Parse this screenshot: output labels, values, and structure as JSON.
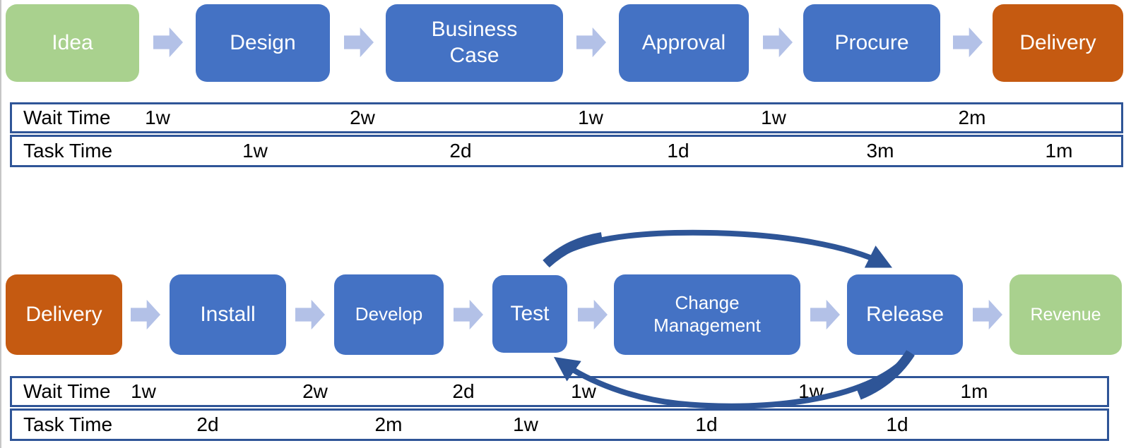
{
  "colors": {
    "process_box": "#4472C4",
    "start_end_green": "#A9D18E",
    "delivery_orange": "#C55A11",
    "flow_arrow": "#B3C1E7",
    "loop_arrow": "#2E5597",
    "table_border": "#2F5597"
  },
  "flow1": {
    "boxes": [
      {
        "label": "Idea"
      },
      {
        "label": "Design"
      },
      {
        "label": "Business Case"
      },
      {
        "label": "Approval"
      },
      {
        "label": "Procure"
      },
      {
        "label": "Delivery"
      }
    ],
    "table": {
      "wait_label": "Wait Time",
      "task_label": "Task Time",
      "wait": [
        "1w",
        "2w",
        "1w",
        "1w",
        "2m"
      ],
      "task": [
        "1w",
        "2d",
        "1d",
        "3m",
        "1m"
      ]
    }
  },
  "flow2": {
    "boxes": [
      {
        "label": "Delivery"
      },
      {
        "label": "Install"
      },
      {
        "label": "Develop"
      },
      {
        "label": "Test"
      },
      {
        "label": "Change Management"
      },
      {
        "label": "Release"
      },
      {
        "label": "Revenue"
      }
    ],
    "loop": {
      "from": "Test",
      "to": "Release"
    },
    "table": {
      "wait_label": "Wait Time",
      "task_label": "Task Time",
      "wait": [
        "1w",
        "2w",
        "2d",
        "1w",
        "1w",
        "1m"
      ],
      "task": [
        "2d",
        "2m",
        "1w",
        "1d",
        "1d"
      ]
    }
  }
}
